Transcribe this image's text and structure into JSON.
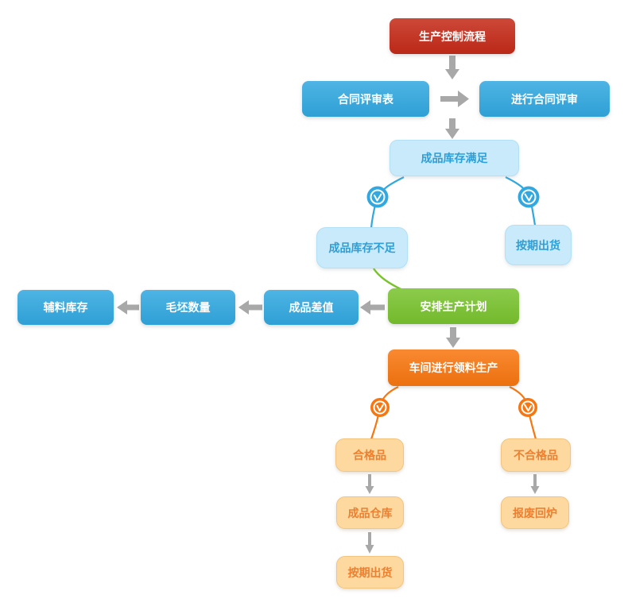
{
  "palette": {
    "red": "#c52a18",
    "blue": "#31a8e0",
    "green": "#79c32e",
    "orange": "#f8760f",
    "lightBlue": "#c9eafa",
    "lightBlueBorder": "#b3e0f4",
    "lightBlueText": "#2e9fd6",
    "lightOrange": "#fdd9a0",
    "lightOrangeBorder": "#f2c47f",
    "lightOrangeText": "#ee7f2f",
    "arrowGray": "#a8a8a8"
  },
  "icons": {
    "branch_marker": "clock-icon"
  },
  "nodes": {
    "root": {
      "label": "生产控制流程"
    },
    "contract_form": {
      "label": "合同评审表"
    },
    "contract_review": {
      "label": "进行合同评审"
    },
    "stock_ok": {
      "label": "成品库存满足"
    },
    "stock_low": {
      "label": "成品库存不足"
    },
    "ship_on_time_a": {
      "label": "按期出货"
    },
    "aux_stock": {
      "label": "辅料库存"
    },
    "blank_qty": {
      "label": "毛坯数量"
    },
    "product_diff": {
      "label": "成品差值"
    },
    "plan": {
      "label": "安排生产计划"
    },
    "workshop": {
      "label": "车间进行领料生产"
    },
    "qualified": {
      "label": "合格品"
    },
    "unqualified": {
      "label": "不合格品"
    },
    "warehouse": {
      "label": "成品仓库"
    },
    "ship_on_time_b": {
      "label": "按期出货"
    },
    "scrap": {
      "label": "报废回炉"
    }
  }
}
